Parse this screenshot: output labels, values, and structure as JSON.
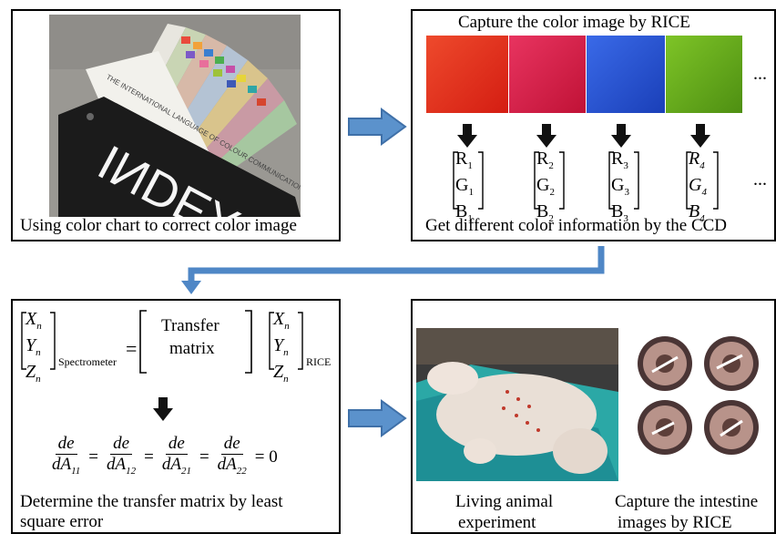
{
  "panel_tl": {
    "fan_text": "THE INTERNATIONAL LANGUAGE OF COLOUR COMMUNICATION",
    "logo_text": "INDEX",
    "caption": "Using color chart to correct color image"
  },
  "panel_tr": {
    "title": "Capture the color image by RICE",
    "swatch_colors": [
      "#e8321f",
      "#d8204c",
      "#2a55d8",
      "#6aab1c"
    ],
    "ellipsis": "...",
    "vectors": [
      {
        "r": "R",
        "g": "G",
        "b": "B",
        "sub": "1",
        "italic": false
      },
      {
        "r": "R",
        "g": "G",
        "b": "B",
        "sub": "2",
        "italic": false
      },
      {
        "r": "R",
        "g": "G",
        "b": "B",
        "sub": "3",
        "italic": false
      },
      {
        "r": "R",
        "g": "G",
        "b": "B",
        "sub": "4",
        "italic": true
      }
    ],
    "caption": "Get different color information by the CCD"
  },
  "panel_bl": {
    "x": "X",
    "y": "Y",
    "z": "Z",
    "n": "n",
    "left_sub": "Spectrometer",
    "eq": "=",
    "matrix_label_1": "Transfer",
    "matrix_label_2": "matrix",
    "right_sub": "RICE",
    "partial_num": "de",
    "partial_dens": [
      "dA",
      "dA",
      "dA",
      "dA"
    ],
    "partial_subs": [
      "11",
      "12",
      "21",
      "22"
    ],
    "zero": "= 0",
    "caption_line1": "Determine the transfer matrix by least",
    "caption_line2": "square error"
  },
  "panel_br": {
    "caption_left_1": "Living animal",
    "caption_left_2": "experiment",
    "caption_right_1": "Capture the intestine",
    "caption_right_2": "images by RICE"
  },
  "colors": {
    "arrow_blue": "#4f87c6",
    "arrow_fill": "#5b92cc"
  }
}
